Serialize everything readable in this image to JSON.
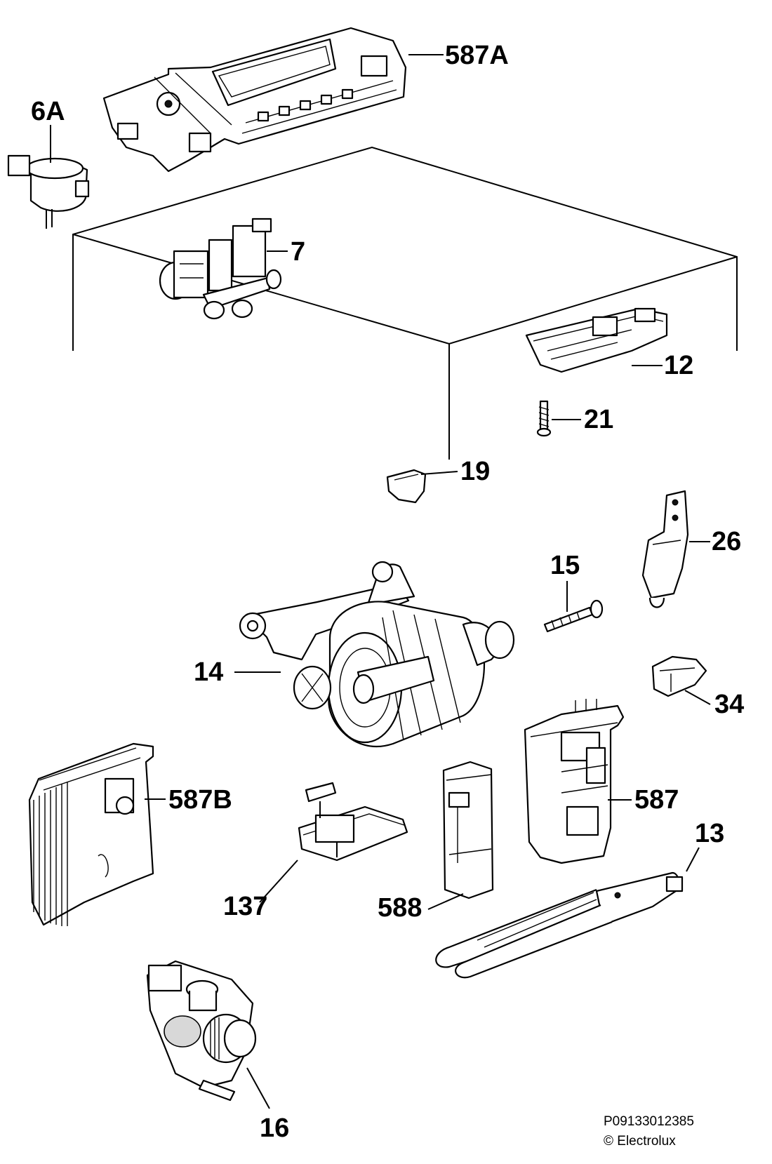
{
  "diagram": {
    "parts": [
      {
        "id": "p587a",
        "label": "587A"
      },
      {
        "id": "p6a",
        "label": "6A"
      },
      {
        "id": "p7",
        "label": "7"
      },
      {
        "id": "p12",
        "label": "12"
      },
      {
        "id": "p21",
        "label": "21"
      },
      {
        "id": "p19",
        "label": "19"
      },
      {
        "id": "p26",
        "label": "26"
      },
      {
        "id": "p15",
        "label": "15"
      },
      {
        "id": "p14",
        "label": "14"
      },
      {
        "id": "p34",
        "label": "34"
      },
      {
        "id": "p587b",
        "label": "587B"
      },
      {
        "id": "p587",
        "label": "587"
      },
      {
        "id": "p137",
        "label": "137"
      },
      {
        "id": "p588",
        "label": "588"
      },
      {
        "id": "p13",
        "label": "13"
      },
      {
        "id": "p16",
        "label": "16"
      }
    ]
  },
  "footer": {
    "code": "P09133012385",
    "copyright": "© Electrolux"
  }
}
